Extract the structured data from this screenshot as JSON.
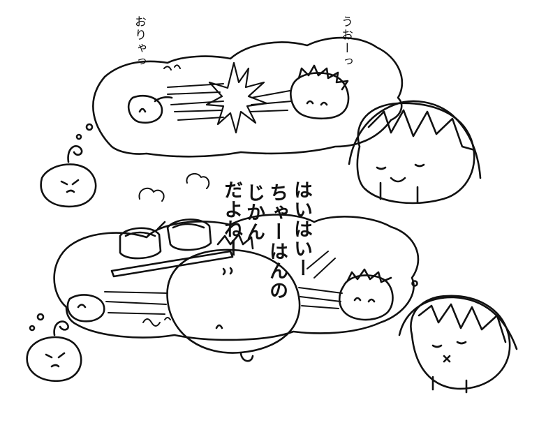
{
  "dialogue": {
    "top_left": "おりゃっ",
    "top_right": "うおーっ",
    "bottom_col1": "だよねー",
    "bottom_col2": "じかん",
    "bottom_col3": "ちゃーはんの",
    "bottom_col4": "はいはいー"
  },
  "colors": {
    "ink": "#111111",
    "paper": "#ffffff"
  }
}
